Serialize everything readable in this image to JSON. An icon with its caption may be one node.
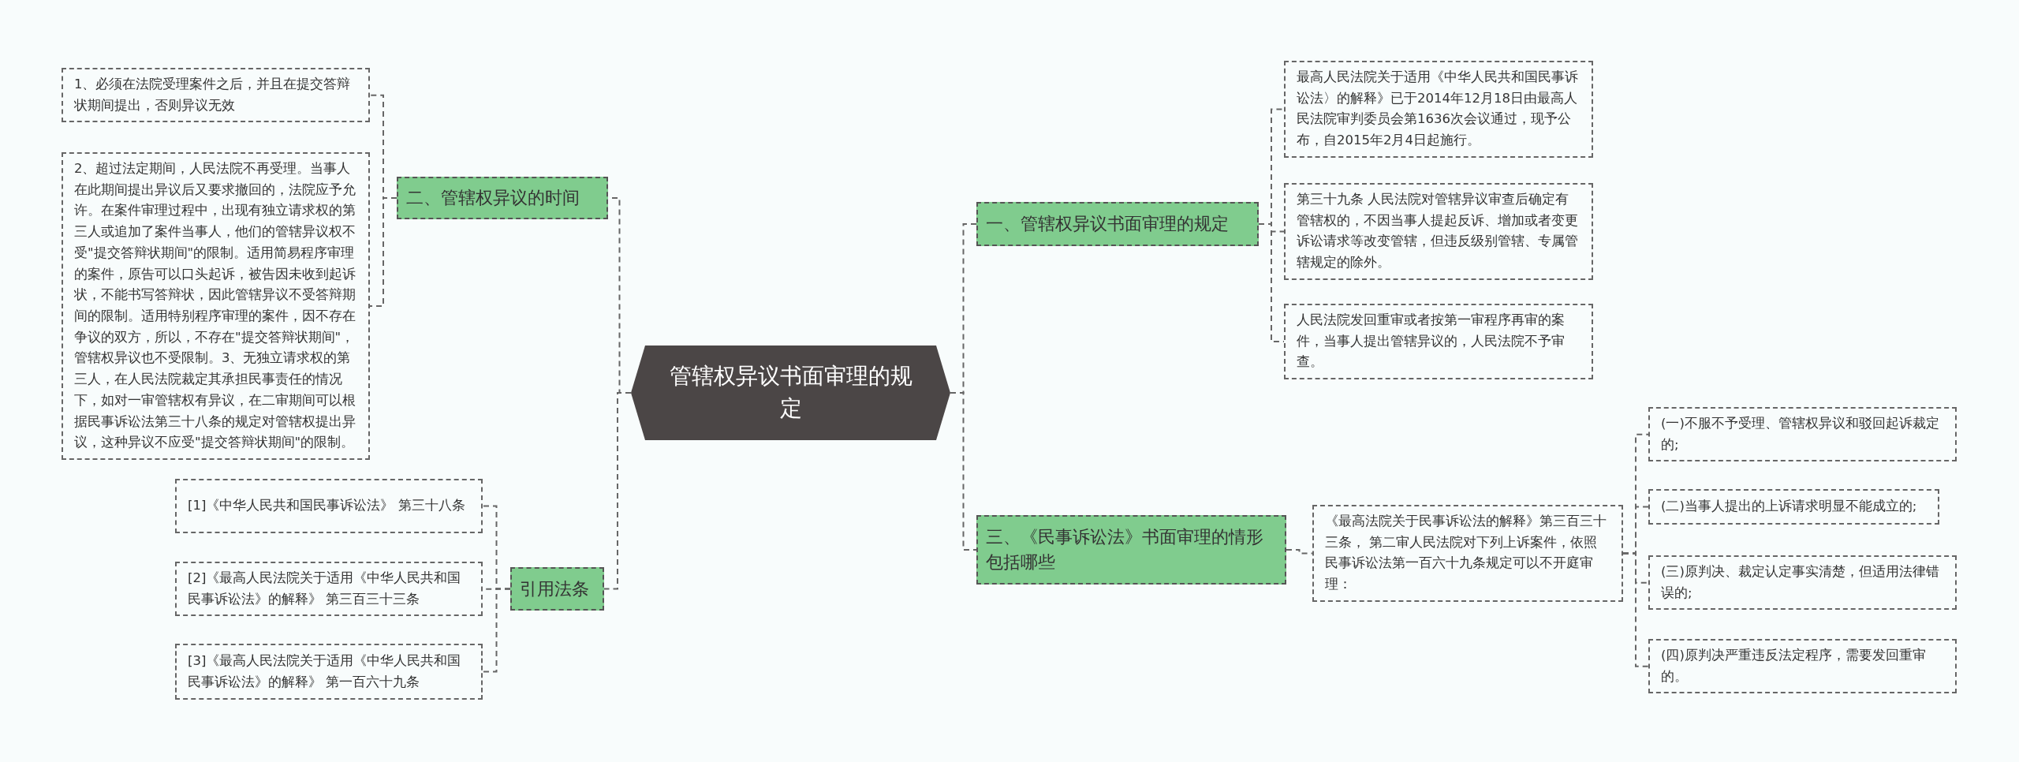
{
  "diagram": {
    "nodes": [
      {
        "text": [
          "管辖权异议书面审理的规定"
        ]
      },
      {
        "text": [
          "二、管辖权异议的时间"
        ]
      },
      {
        "text": [
          "1、必须在法院受理案件之后，并且在提交答辩状期间提出，否则异议无效"
        ]
      },
      {
        "text": [
          "2、超过法定期间，人民法院不再受理。当事人在此期间提出异议后又要求撤回的，法院应予允许。在案件审理过程中，出现有独立请求权的第三人或追加了案件当事人，他们的管辖异议权不受\"提交答辩状期间\"的限制。适用简易程序审理的案件，原告可以口头起诉，被告因未收到起诉状，不能书写答辩状，因此管辖异议不受答辩期间的限制。适用特别程序审理的案件，因不存在争议的双方，所以，不存在\"提交答辩状期间\"，管辖权异议也不受限制。3、无独立请求权的第三人，在人民法院裁定其承担民事责任的情况下，如对一审管辖权有异议，在二审期间可以根据民事诉讼法第三十八条的规定对管辖权提出异议，这种异议不应受\"提交答辩状期间\"的限制。"
        ]
      },
      {
        "text": [
          "引用法条"
        ]
      },
      {
        "text": [
          "[1]《中华人民共和国民事诉讼法》 第三十八条"
        ]
      },
      {
        "text": [
          "[2]《最高人民法院关于适用《中华人民共和国民事诉讼法》的解释》 第三百三十三条"
        ]
      },
      {
        "text": [
          "[3]《最高人民法院关于适用《中华人民共和国民事诉讼法》的解释》 第一百六十九条"
        ]
      },
      {
        "text": [
          "一、管辖权异议书面审理的规定"
        ]
      },
      {
        "text": [
          "最高人民法院关于适用《中华人民共和国民事诉讼法〉的解释》已于2014年12月18日由最高人民法院审判委员会第1636次会议通过，现予公布，自2015年2月4日起施行。"
        ]
      },
      {
        "text": [
          "第三十九条 人民法院对管辖异议审查后确定有管辖权的，不因当事人提起反诉、增加或者变更诉讼请求等改变管辖，但违反级别管辖、专属管辖规定的除外。"
        ]
      },
      {
        "text": [
          "人民法院发回重审或者按第一审程序再审的案件，当事人提出管辖异议的，人民法院不予审查。"
        ]
      },
      {
        "text": [
          "三、《民事诉讼法》书面审理的情形包括哪些"
        ]
      },
      {
        "text": [
          "《最高法院关于民事诉讼法的解释》第三百三十三条， 第二审人民法院对下列上诉案件，依照民事诉讼法第一百六十九条规定可以不开庭审理："
        ]
      },
      {
        "text": [
          "(一)不服不予受理、管辖权异议和驳回起诉裁定的;"
        ]
      },
      {
        "text": [
          "(二)当事人提出的上诉请求明显不能成立的;"
        ]
      },
      {
        "text": [
          "(三)原判决、裁定认定事实清楚，但适用法律错误的;"
        ]
      },
      {
        "text": [
          "(四)原判决严重违反法定程序，需要发回重审的。"
        ]
      }
    ],
    "edges": [
      {
        "from": 0,
        "to": 1,
        "arrow": "none",
        "style": "dashed"
      },
      {
        "from": 1,
        "to": 2,
        "arrow": "none",
        "style": "dashed"
      },
      {
        "from": 1,
        "to": 3,
        "arrow": "none",
        "style": "dashed"
      },
      {
        "from": 0,
        "to": 4,
        "arrow": "none",
        "style": "dashed"
      },
      {
        "from": 4,
        "to": 5,
        "arrow": "none",
        "style": "dashed"
      },
      {
        "from": 4,
        "to": 6,
        "arrow": "none",
        "style": "dashed"
      },
      {
        "from": 4,
        "to": 7,
        "arrow": "none",
        "style": "dashed"
      },
      {
        "from": 0,
        "to": 8,
        "arrow": "none",
        "style": "dashed"
      },
      {
        "from": 8,
        "to": 9,
        "arrow": "none",
        "style": "dashed"
      },
      {
        "from": 8,
        "to": 10,
        "arrow": "none",
        "style": "dashed"
      },
      {
        "from": 8,
        "to": 11,
        "arrow": "none",
        "style": "dashed"
      },
      {
        "from": 0,
        "to": 12,
        "arrow": "none",
        "style": "dashed"
      },
      {
        "from": 12,
        "to": 13,
        "arrow": "none",
        "style": "dashed"
      },
      {
        "from": 13,
        "to": 14,
        "arrow": "none",
        "style": "dashed"
      },
      {
        "from": 13,
        "to": 15,
        "arrow": "none",
        "style": "dashed"
      },
      {
        "from": 13,
        "to": 16,
        "arrow": "none",
        "style": "dashed"
      },
      {
        "from": 13,
        "to": 17,
        "arrow": "none",
        "style": "dashed"
      }
    ]
  }
}
